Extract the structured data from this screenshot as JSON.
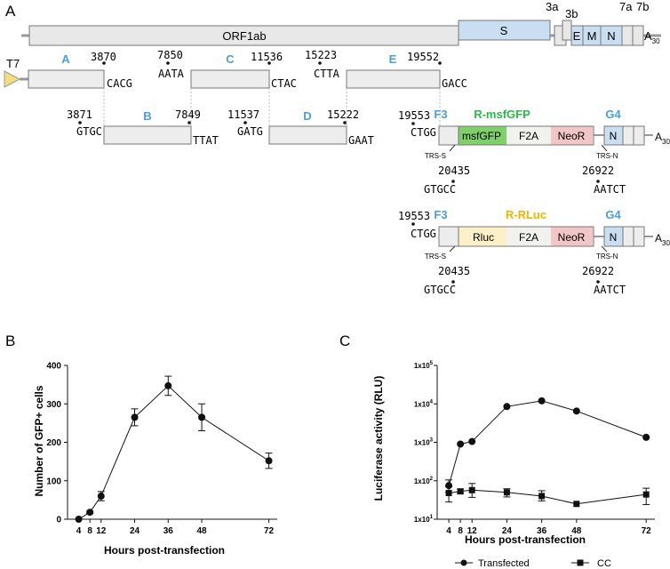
{
  "panel_labels": {
    "a": "A",
    "b": "B",
    "c": "C"
  },
  "genome": {
    "genes": {
      "orf1ab": "ORF1ab",
      "s": "S",
      "g3a": "3a",
      "g3b": "3b",
      "e": "E",
      "m": "M",
      "n": "N",
      "g7a": "7a",
      "g7b": "7b"
    },
    "polya": {
      "base": "A",
      "sub": "30"
    }
  },
  "fragments": {
    "t7": "T7",
    "a": {
      "name": "A",
      "start_seq": "",
      "end": "3870",
      "end_seq": "CACG"
    },
    "b": {
      "name": "B",
      "start": "3871",
      "start_seq": "GTGC",
      "end": "7849",
      "end_seq": "TTAT"
    },
    "c": {
      "name": "C",
      "start": "7850",
      "start_seq": "AATA",
      "end": "11536",
      "end_seq": "CTAC"
    },
    "d": {
      "name": "D",
      "start": "11537",
      "start_seq": "GATG",
      "end": "15222",
      "end_seq": "GAAT"
    },
    "e": {
      "name": "E",
      "start": "15223",
      "start_seq": "CTTA",
      "end": "19552",
      "end_seq": "GACC"
    }
  },
  "reporters": {
    "msfgfp": {
      "title": "R-msfGFP",
      "f3": "F3",
      "g4": "G4",
      "start": "19553",
      "start_seq": "CTGG",
      "seg1": "msfGFP",
      "seg2": "F2A",
      "seg3": "NeoR",
      "n": "N",
      "trs_s": "TRS-S",
      "trs_n": "TRS-N",
      "pos1": "20435",
      "pos1_seq": "GTGCC",
      "pos2": "26922",
      "pos2_seq": "AATCT"
    },
    "rluc": {
      "title": "R-RLuc",
      "f3": "F3",
      "g4": "G4",
      "start": "19553",
      "start_seq": "CTGG",
      "seg1": "Rluc",
      "seg2": "F2A",
      "seg3": "NeoR",
      "n": "N",
      "trs_s": "TRS-S",
      "trs_n": "TRS-N",
      "pos1": "20435",
      "pos1_seq": "GTGCC",
      "pos2": "26922",
      "pos2_seq": "AATCT"
    }
  },
  "colors": {
    "blue_label": "#4a9fd8",
    "green": "#2db84a",
    "gold": "#f0b400",
    "s_fill": "#c9def0",
    "t7_fill": "#f4de7c"
  },
  "chart_data": [
    {
      "type": "line",
      "panel": "B",
      "xlabel": "Hours post-transfection",
      "ylabel": "Number of GFP+ cells",
      "x": [
        4,
        8,
        12,
        24,
        36,
        48,
        72
      ],
      "xticks": [
        "4",
        "8",
        "12",
        "24",
        "36",
        "48",
        "72"
      ],
      "xlim": [
        0,
        75
      ],
      "ylim": [
        0,
        400
      ],
      "yticks": [
        "0",
        "100",
        "200",
        "300",
        "400"
      ],
      "series": [
        {
          "values": [
            0,
            18,
            60,
            265,
            347,
            265,
            152
          ],
          "errors": [
            0,
            3,
            12,
            22,
            25,
            35,
            20
          ]
        }
      ]
    },
    {
      "type": "line",
      "panel": "C",
      "scale": "log",
      "xlabel": "Hours post-transfection",
      "ylabel": "Luciferase  activity (RLU)",
      "x": [
        4,
        8,
        12,
        24,
        36,
        48,
        72
      ],
      "xticks": [
        "4",
        "8",
        "12",
        "24",
        "36",
        "48",
        "72"
      ],
      "xlim": [
        0,
        75
      ],
      "ylim": [
        10,
        100000
      ],
      "yticks": [
        "1x10^1",
        "1x10^2",
        "1x10^3",
        "1x10^4",
        "1x10^5"
      ],
      "tick_base": "1x10",
      "tick_exps": [
        "1",
        "2",
        "3",
        "4",
        "5"
      ],
      "legend_position": "bottom",
      "series": [
        {
          "name": "Transfected",
          "marker": "circle",
          "values": [
            75,
            900,
            1050,
            8500,
            12000,
            6500,
            1350
          ],
          "errors_up": [
            30,
            0,
            0,
            0,
            0,
            0,
            0
          ],
          "errors_down": [
            25,
            0,
            0,
            0,
            0,
            0,
            0
          ]
        },
        {
          "name": "CC",
          "marker": "square",
          "values": [
            48,
            53,
            57,
            50,
            40,
            25,
            44
          ],
          "errors_up": [
            22,
            8,
            28,
            12,
            15,
            0,
            20
          ],
          "errors_down": [
            20,
            6,
            20,
            12,
            10,
            0,
            20
          ]
        }
      ]
    }
  ]
}
